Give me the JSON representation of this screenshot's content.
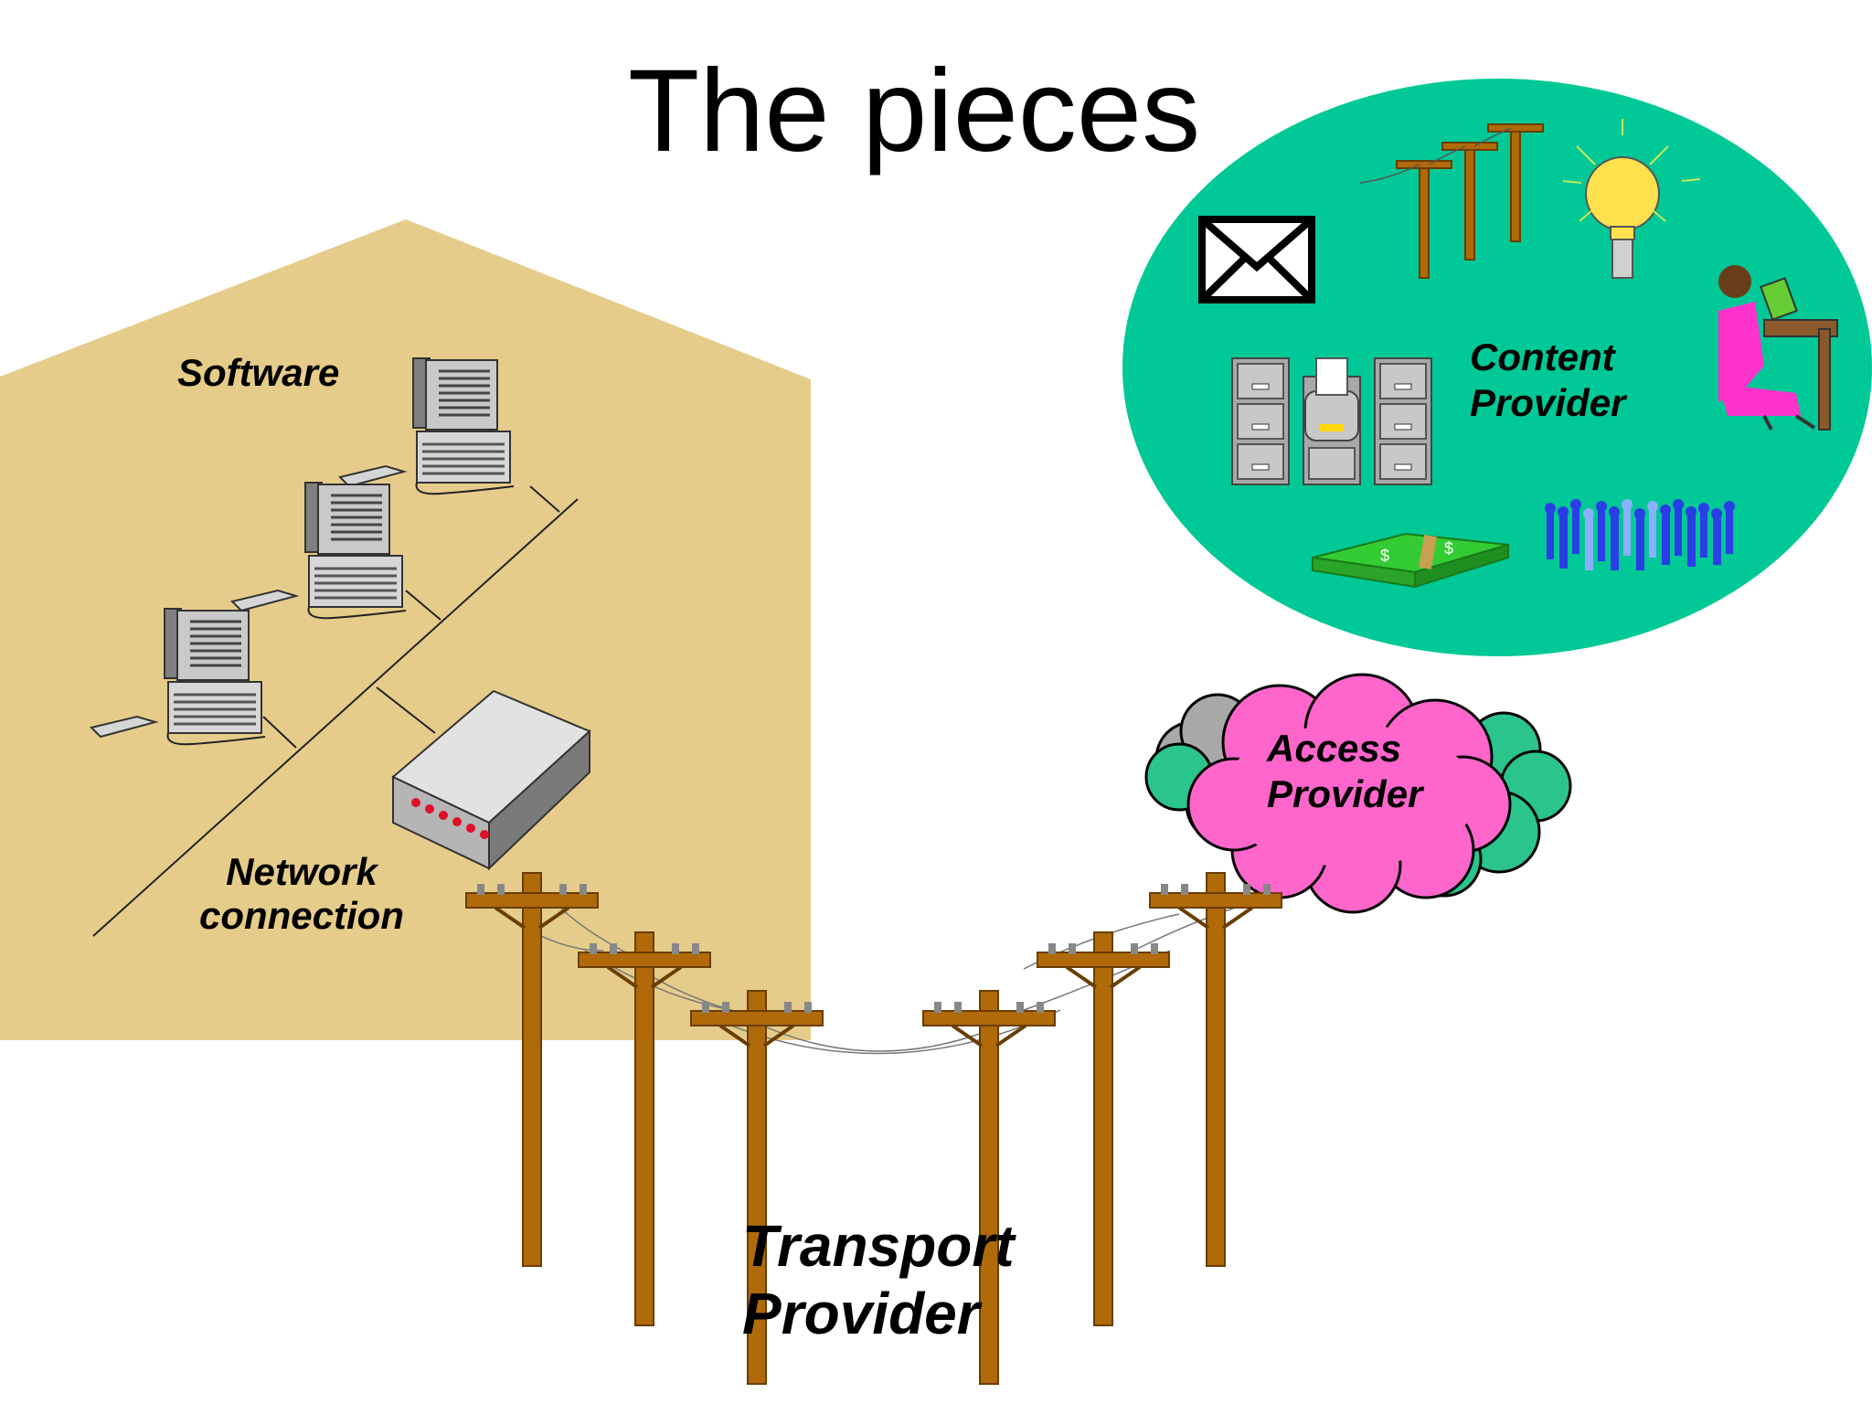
{
  "slide": {
    "title": "The pieces",
    "labels": {
      "software": "Software",
      "network_line1": "Network",
      "network_line2": "connection",
      "content_line1": "Content",
      "content_line2": "Provider",
      "access_line1": "Access",
      "access_line2": "Provider",
      "transport_line1": "Transport",
      "transport_line2": "Provider"
    }
  },
  "colors": {
    "house": "#e6cc8a",
    "content_ellipse": "#00c896",
    "cloud_pink": "#ff66cc",
    "cloud_green": "#2bc48c",
    "cloud_gray": "#a9a9a9",
    "pole": "#b06a0a"
  },
  "icons": [
    "computer-icon",
    "modem-icon",
    "envelope-icon",
    "utility-pole-icon",
    "light-bulb-icon",
    "reading-woman-icon",
    "filing-cabinet-icon",
    "money-stack-icon",
    "crowd-icon",
    "cloud-icon"
  ]
}
